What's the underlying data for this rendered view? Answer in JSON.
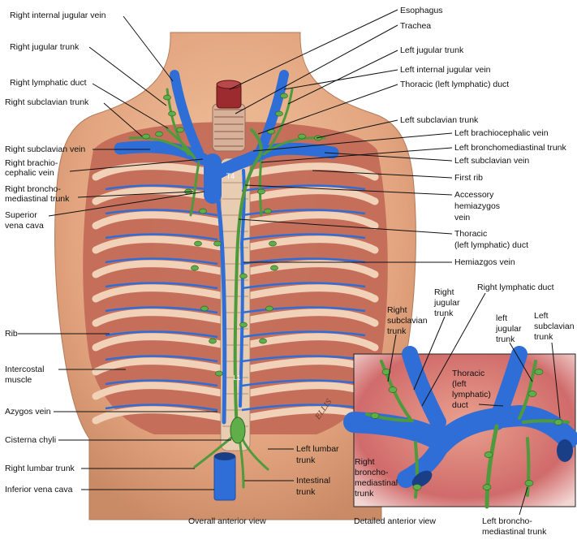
{
  "left_labels": [
    {
      "text": "Right internal jugular vein"
    },
    {
      "text": "Right jugular trunk"
    },
    {
      "text": "Right lymphatic duct"
    },
    {
      "text": "Right subclavian trunk"
    },
    {
      "text": "Right subclavian vein"
    },
    {
      "text": "Right brachio-"
    },
    {
      "text": "cephalic vein"
    },
    {
      "text": "Right broncho-"
    },
    {
      "text": "mediastinal trunk"
    },
    {
      "text": "Superior"
    },
    {
      "text": "vena cava"
    },
    {
      "text": "Rib"
    },
    {
      "text": "Intercostal"
    },
    {
      "text": "muscle"
    },
    {
      "text": "Azygos vein"
    },
    {
      "text": "Cisterna chyli"
    },
    {
      "text": "Right lumbar trunk"
    },
    {
      "text": "Inferior vena cava"
    }
  ],
  "right_labels": [
    {
      "text": "Esophagus"
    },
    {
      "text": "Trachea"
    },
    {
      "text": "Left jugular trunk"
    },
    {
      "text": "Left internal jugular vein"
    },
    {
      "text": "Thoracic (left lymphatic) duct"
    },
    {
      "text": "Left subclavian trunk"
    },
    {
      "text": "Left brachiocephalic vein"
    },
    {
      "text": "Left bronchomediastinal trunk"
    },
    {
      "text": "Left subclavian vein"
    },
    {
      "text": "First rib"
    },
    {
      "text": "Accessory"
    },
    {
      "text": "hemiazygos"
    },
    {
      "text": "vein"
    },
    {
      "text": "Thoracic"
    },
    {
      "text": "(left lymphatic) duct"
    },
    {
      "text": "Hemiazgos vein"
    },
    {
      "text": "Left lumbar"
    },
    {
      "text": "trunk"
    },
    {
      "text": "Intestinal"
    },
    {
      "text": "trunk"
    }
  ],
  "inset_labels": [
    {
      "text": "Right"
    },
    {
      "text": "jugular"
    },
    {
      "text": "trunk"
    },
    {
      "text": "Right lymphatic duct"
    },
    {
      "text": "Right"
    },
    {
      "text": "subclavian"
    },
    {
      "text": "trunk"
    },
    {
      "text": "left"
    },
    {
      "text": "jugular"
    },
    {
      "text": "trunk"
    },
    {
      "text": "Left"
    },
    {
      "text": "subclavian"
    },
    {
      "text": "trunk"
    },
    {
      "text": "Thoracic"
    },
    {
      "text": "(left"
    },
    {
      "text": "lymphatic)"
    },
    {
      "text": "duct"
    },
    {
      "text": "Right"
    },
    {
      "text": "broncho-"
    },
    {
      "text": "mediastinal"
    },
    {
      "text": "trunk"
    },
    {
      "text": "Left broncho-"
    },
    {
      "text": "mediastinal trunk"
    }
  ],
  "markers": {
    "t4": "T4",
    "l1": "L1"
  },
  "signature": "ELLIS",
  "captions": {
    "overall": "Overall anterior view",
    "detailed": "Detailed anterior view"
  },
  "colors": {
    "skin": "#e8b48e",
    "muscle": "#c7745d",
    "rib": "#f1d2b8",
    "vein": "#2f6ed6",
    "lymph": "#4f9a3c",
    "inset_bg": "#d97a7a"
  }
}
